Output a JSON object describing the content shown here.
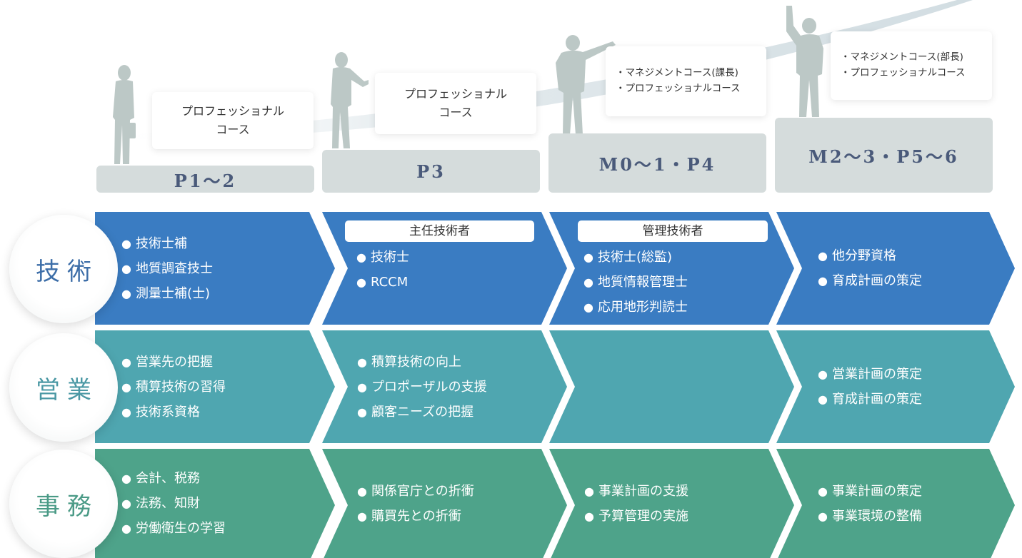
{
  "levels": [
    {
      "label": "P1〜2",
      "course": [
        "プロフェッショナル",
        "コース"
      ]
    },
    {
      "label": "P3",
      "course": [
        "プロフェッショナル",
        "コース"
      ]
    },
    {
      "label": "M0〜1・P4",
      "course": [
        "・マネジメントコース(課長)",
        "・プロフェッショナルコース"
      ]
    },
    {
      "label": "M2〜3・P5〜6",
      "course": [
        "・マネジメントコース(部長)",
        "・プロフェッショナルコース"
      ]
    }
  ],
  "rows": [
    {
      "label": "技術",
      "color": "#3a7cc2",
      "label_color": "#3d6ea8",
      "cells": [
        {
          "items": [
            "技術士補",
            "地質調査技士",
            "測量士補(士)"
          ]
        },
        {
          "title": "主任技術者",
          "items": [
            "技術士",
            "RCCM"
          ]
        },
        {
          "title": "管理技術者",
          "items": [
            "技術士(総監)",
            "地質情報管理士",
            "応用地形判読士"
          ]
        },
        {
          "items": [
            "他分野資格",
            "育成計画の策定"
          ]
        }
      ]
    },
    {
      "label": "営業",
      "color": "#4fa6b0",
      "label_color": "#4a98a4",
      "cells": [
        {
          "items": [
            "営業先の把握",
            "積算技術の習得",
            "技術系資格"
          ]
        },
        {
          "items": [
            "積算技術の向上",
            "プロポーザルの支援",
            "顧客ニーズの把握"
          ]
        },
        {
          "items": []
        },
        {
          "items": [
            "営業計画の策定",
            "育成計画の策定"
          ]
        }
      ]
    },
    {
      "label": "事務",
      "color": "#4ea38a",
      "label_color": "#4a9a86",
      "cells": [
        {
          "items": [
            "会計、税務",
            "法務、知財",
            "労働衛生の学習"
          ]
        },
        {
          "items": [
            "関係官庁との折衝",
            "購買先との折衝"
          ]
        },
        {
          "items": [
            "事業計画の支援",
            "予算管理の実施"
          ]
        },
        {
          "items": [
            "事業計画の策定",
            "事業環境の整備"
          ]
        }
      ]
    }
  ],
  "colors": {
    "step_bg": "#d5dcdc",
    "step_text": "#4a5a7a",
    "silhouette": "#b9c6c7",
    "curve": "#dde6e9"
  },
  "icons": [
    "person-standing-icon",
    "person-presenting-icon",
    "person-pointing-icon",
    "person-raising-fist-icon"
  ]
}
